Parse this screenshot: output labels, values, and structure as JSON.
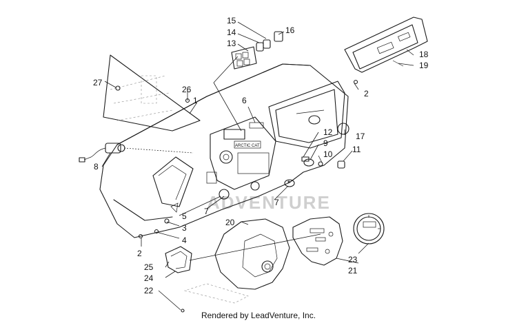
{
  "watermark": "ADVENTURE",
  "footer": "Rendered by LeadVenture, Inc.",
  "dash_badge_text": "ARCTIC CAT",
  "callouts": [
    "1",
    "2",
    "2",
    "3",
    "4",
    "5",
    "6",
    "7",
    "7",
    "8",
    "9",
    "10",
    "11",
    "12",
    "13",
    "14",
    "15",
    "16",
    "17",
    "18",
    "19",
    "20",
    "21",
    "22",
    "23",
    "24",
    "25",
    "26",
    "27"
  ]
}
